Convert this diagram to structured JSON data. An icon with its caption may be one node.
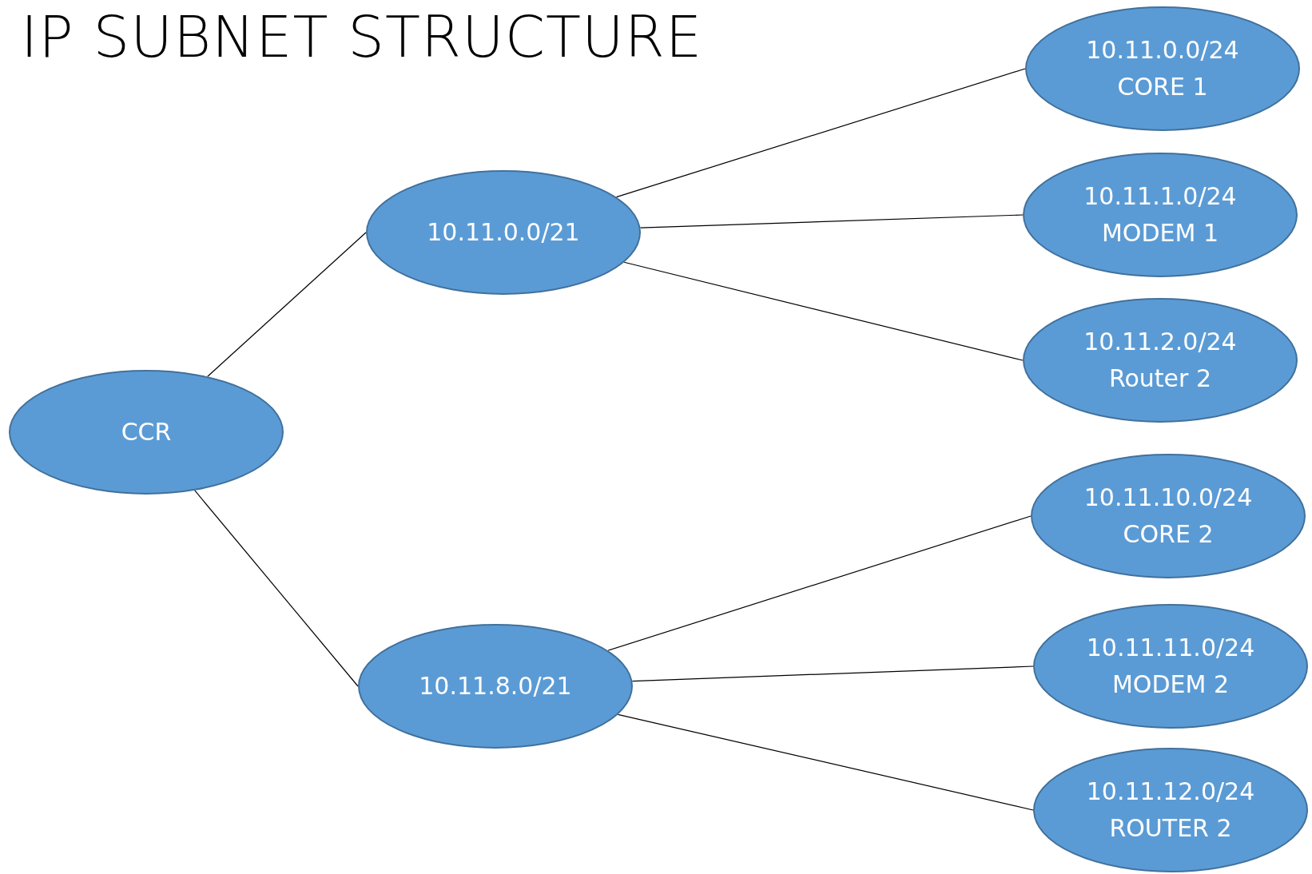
{
  "diagram": {
    "title": "IP SUBNET STRUCTURE",
    "nodes": [
      {
        "text": [
          "CCR"
        ]
      },
      {
        "text": [
          "10.11.0.0/21"
        ]
      },
      {
        "text": [
          "10.11.8.0/21"
        ]
      },
      {
        "text": [
          "10.11.0.0/24",
          "CORE 1"
        ]
      },
      {
        "text": [
          "10.11.1.0/24",
          "MODEM 1"
        ]
      },
      {
        "text": [
          "10.11.2.0/24",
          "Router 2"
        ]
      },
      {
        "text": [
          "10.11.10.0/24",
          "CORE 2"
        ]
      },
      {
        "text": [
          "10.11.11.0/24",
          "MODEM 2"
        ]
      },
      {
        "text": [
          "10.11.12.0/24",
          "ROUTER 2"
        ]
      }
    ],
    "edges": [
      {
        "from": 0,
        "to": 1,
        "arrow": "none"
      },
      {
        "from": 0,
        "to": 2,
        "arrow": "none"
      },
      {
        "from": 1,
        "to": 3,
        "arrow": "none"
      },
      {
        "from": 1,
        "to": 4,
        "arrow": "none"
      },
      {
        "from": 1,
        "to": 5,
        "arrow": "none"
      },
      {
        "from": 2,
        "to": 6,
        "arrow": "none"
      },
      {
        "from": 2,
        "to": 7,
        "arrow": "none"
      },
      {
        "from": 2,
        "to": 8,
        "arrow": "none"
      }
    ]
  }
}
